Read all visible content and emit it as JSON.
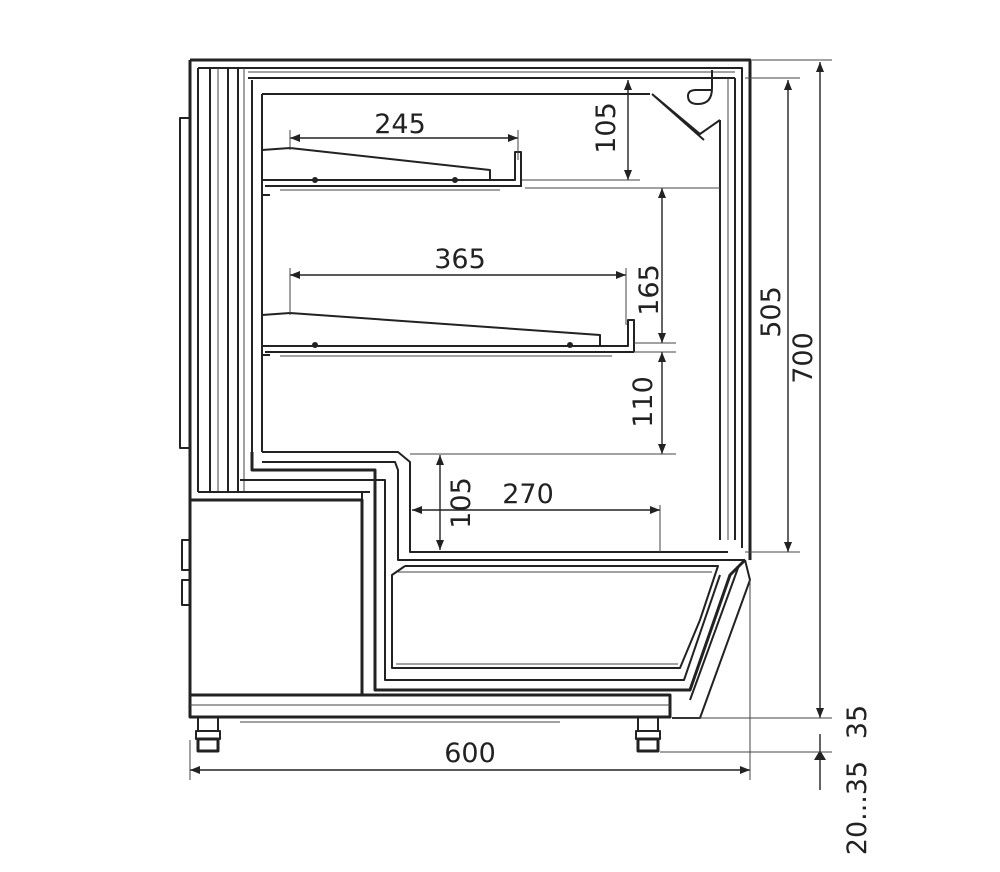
{
  "dimensions": {
    "shelf_top_depth": "245",
    "shelf_mid_depth": "365",
    "base_depth": "270",
    "top_gap": "105",
    "shelf_gap": "165",
    "lower_gap": "110",
    "base_gap": "105",
    "interior_height": "505",
    "total_height": "700",
    "total_width": "600",
    "feet_range": "20...35",
    "plinth": "35"
  },
  "colors": {
    "line": "#222222",
    "background": "#ffffff"
  }
}
